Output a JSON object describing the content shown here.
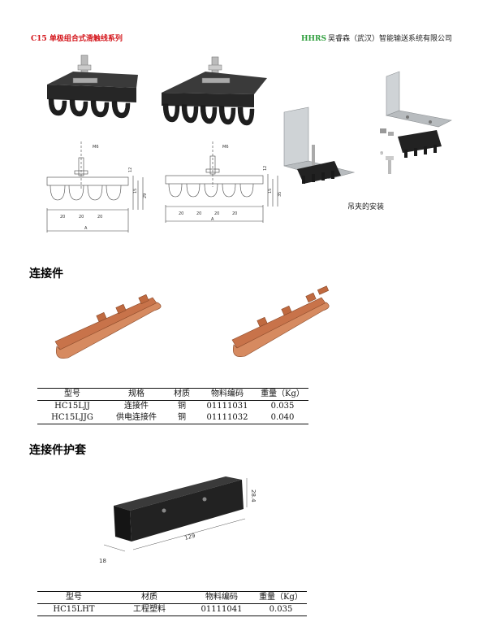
{
  "header": {
    "left_title": "C15 单极组合式滑触线系列",
    "brand": "HHRS",
    "company": "吴睿森（武汉）智能输送系统有限公司"
  },
  "hanger": {
    "caption": "吊夹的安装",
    "drawing1": {
      "bolt": "M6",
      "spacing": [
        "20",
        "20",
        "20"
      ],
      "overall": "A",
      "heights": [
        "12",
        "15",
        "29"
      ]
    },
    "drawing2": {
      "bolt": "M6",
      "spacing": [
        "20",
        "20",
        "20",
        "20"
      ],
      "overall": "A",
      "heights": [
        "12",
        "15",
        "35"
      ]
    },
    "callout": "①"
  },
  "connector": {
    "title": "连接件",
    "table": {
      "headers": [
        "型号",
        "规格",
        "材质",
        "物料编码",
        "重量（Kg）"
      ],
      "rows": [
        [
          "HC15LJJ",
          "连接件",
          "铜",
          "01111031",
          "0.035"
        ],
        [
          "HC15LJJG",
          "供电连接件",
          "铜",
          "01111032",
          "0.040"
        ]
      ]
    }
  },
  "cover": {
    "title": "连接件护套",
    "dims": {
      "height": "28.4",
      "length": "129",
      "width": "18"
    },
    "table": {
      "headers": [
        "型号",
        "材质",
        "物料编码",
        "重量（Kg）"
      ],
      "rows": [
        [
          "HC15LHT",
          "工程塑料",
          "01111041",
          "0.035"
        ]
      ]
    }
  },
  "colors": {
    "header_red": "#d4141a",
    "brand_green": "#2e9e3c",
    "copper": "#c8734a",
    "rubber": "#1e1e1e"
  }
}
